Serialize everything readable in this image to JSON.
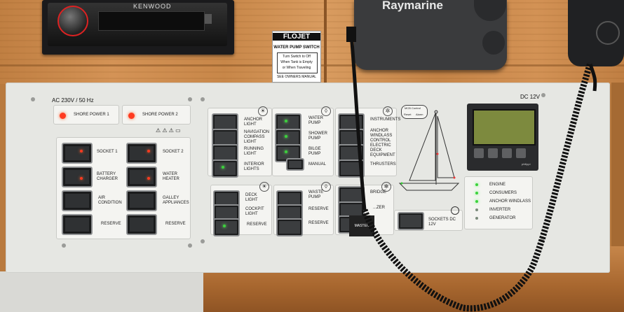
{
  "radio": {
    "brand": "KENWOOD"
  },
  "flojet": {
    "logo": "FLOJET",
    "title": "WATER PUMP SWITCH",
    "line1": "Turn Switch to Off",
    "line2": "When Tank is Empty",
    "line3": "or When Traveling",
    "footer": "SEE OWNERS MANUAL"
  },
  "raymarine": {
    "brand": "Raymarine"
  },
  "ac": {
    "header": "AC 230V / 50 Hz",
    "shore1": "SHORE POWER 1",
    "shore2": "SHORE POWER 2",
    "left_labels": [
      "SOCKET 1",
      "BATTERY CHARGER",
      "AIR CONDITION",
      "RESERVE"
    ],
    "right_labels": [
      "SOCKET 2",
      "WATER HEATER",
      "GALLEY APPLIANCES",
      "RESERVE"
    ]
  },
  "dc": {
    "header": "DC 12V",
    "g1": [
      "ANCHOR LIGHT",
      "NAVIGATION COMPASS LIGHT",
      "RUNNING LIGHT",
      "INTERIOR LIGHTS"
    ],
    "g2": [
      "WATER PUMP",
      "SHOWER PUMP",
      "BILGE PUMP",
      "MANUAL"
    ],
    "g3": [
      "INSTRUMENTS",
      "ANCHOR WINDLASS CONTROL",
      "ELECTRIC DECK EQUIPMENT",
      "THRUSTERS"
    ],
    "g4": [
      "DECK LIGHT",
      "COCKPIT LIGHT",
      "RESERVE"
    ],
    "g5": [
      "WASTE PUMP",
      "RESERVE",
      "RESERVE"
    ],
    "g6": [
      "BRIDGE",
      "...ZER",
      ""
    ],
    "master": "MASTER",
    "sockets": "SOCKETS DC 12V",
    "mcb": {
      "title": "MCB Control",
      "reset": "Reset",
      "alarm": "Alarm"
    },
    "monitor_brand": "philippi",
    "indicators": [
      "ENGINE",
      "CONSUMERS",
      "ANCHOR WINDLASS",
      "INVERTER",
      "GENERATOR"
    ]
  }
}
